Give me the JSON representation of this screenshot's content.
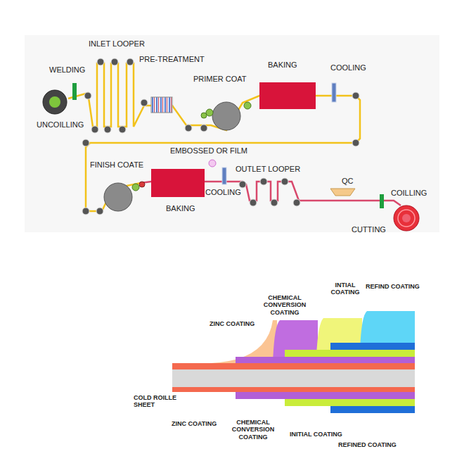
{
  "diagram": {
    "labels": [
      "INLET LOOPER",
      "WELDING",
      "PRE-TREATMENT",
      "PRIMER COAT",
      "BAKING",
      "COOLING",
      "UNCOILLING",
      "EMBOSSED OR FILM",
      "FINISH COATE",
      "OUTLET LOOPER",
      "COOLING",
      "BAKING",
      "QC",
      "COILLING",
      "CUTTING",
      "INTIAL COATING",
      "REFIND COATING",
      "CHEMICAL CONVERSION COATING",
      "ZINC COATING",
      "COLD ROILLE SHEET",
      "ZINC COATING",
      "CHEMICAL CONVERSION COATING",
      "INITIAL COATING",
      "REFINED COATING"
    ]
  }
}
